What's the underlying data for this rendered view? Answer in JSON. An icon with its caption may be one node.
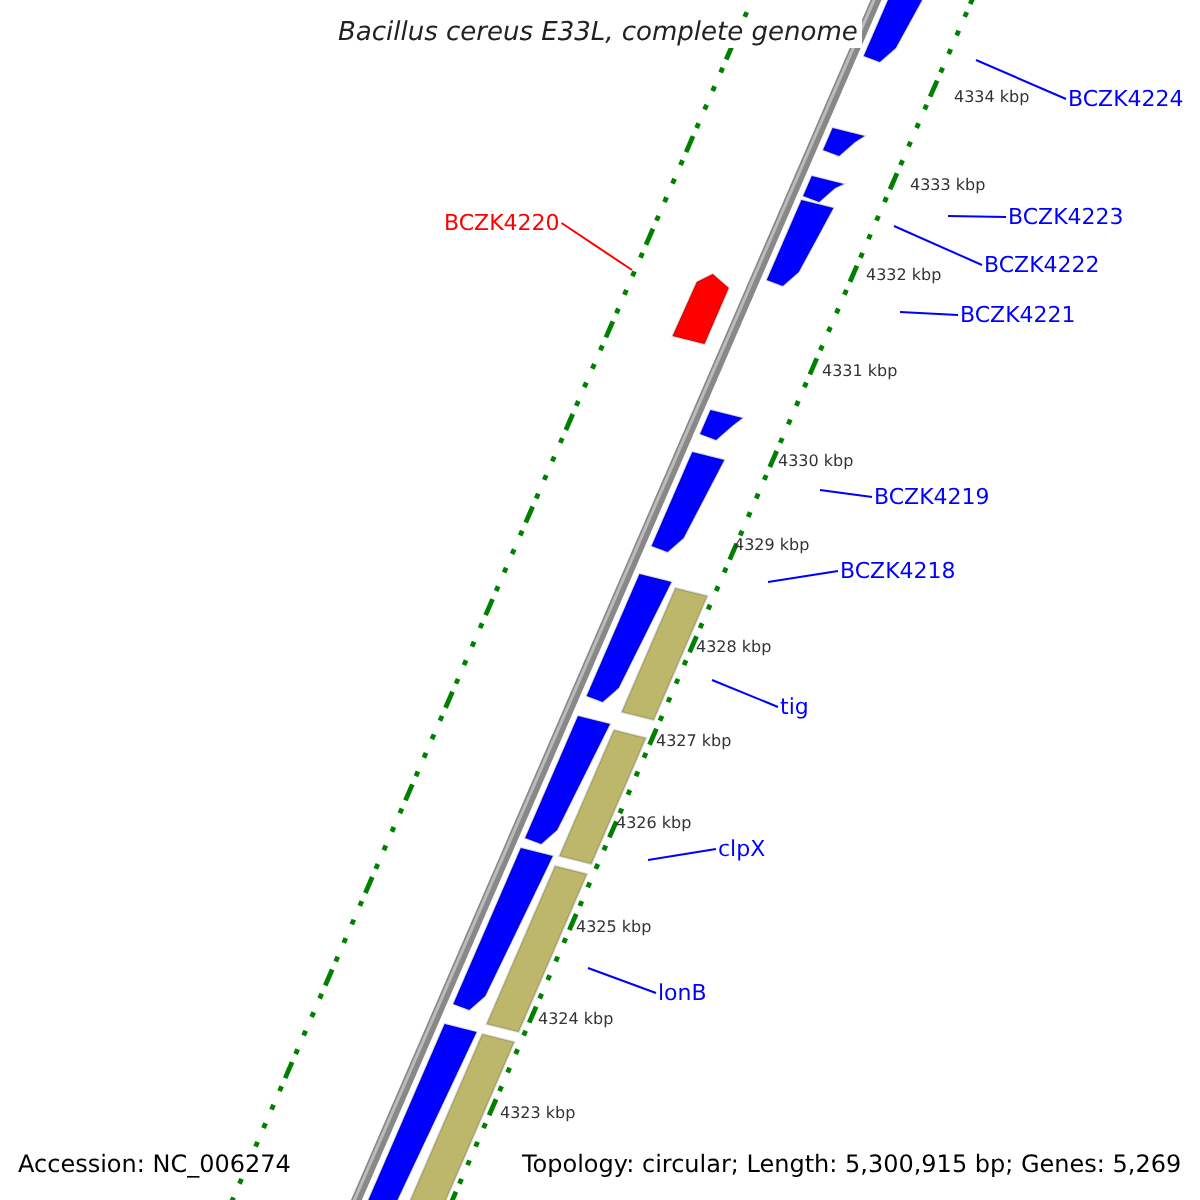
{
  "diagram": {
    "title": "Bacillus cereus E33L, complete genome",
    "nodes": [
      {
        "text": [
          "BCZK4224"
        ]
      },
      {
        "text": [
          "BCZK4223"
        ]
      },
      {
        "text": [
          "BCZK4220"
        ]
      },
      {
        "text": [
          "BCZK4222"
        ]
      },
      {
        "text": [
          "BCZK4221"
        ]
      },
      {
        "text": [
          "BCZK4219"
        ]
      },
      {
        "text": [
          "BCZK4218"
        ]
      },
      {
        "text": [
          "tig"
        ]
      },
      {
        "text": [
          "clpX"
        ]
      },
      {
        "text": [
          "lonB"
        ]
      }
    ],
    "edges": [
      {
        "from": 0,
        "to": null,
        "arrow": "none"
      },
      {
        "from": 1,
        "to": null,
        "arrow": "none"
      },
      {
        "from": 2,
        "to": null,
        "arrow": "none",
        "color": "#ff0000"
      },
      {
        "from": 3,
        "to": null,
        "arrow": "none"
      },
      {
        "from": 4,
        "to": null,
        "arrow": "none"
      },
      {
        "from": 5,
        "to": null,
        "arrow": "none"
      },
      {
        "from": 6,
        "to": null,
        "arrow": "none"
      },
      {
        "from": 7,
        "to": null,
        "arrow": "none"
      },
      {
        "from": 8,
        "to": null,
        "arrow": "none"
      },
      {
        "from": 9,
        "to": null,
        "arrow": "none"
      }
    ],
    "labels": [
      "4334 kbp",
      "4333 kbp",
      "4332 kbp",
      "4331 kbp",
      "4330 kbp",
      "4329 kbp",
      "4328 kbp",
      "4327 kbp",
      "4326 kbp",
      "4325 kbp",
      "4324 kbp",
      "4323 kbp",
      "Accession: NC_006274",
      "Topology: circular; Length: 5,300,915 bp; Genes: 5,269"
    ]
  }
}
